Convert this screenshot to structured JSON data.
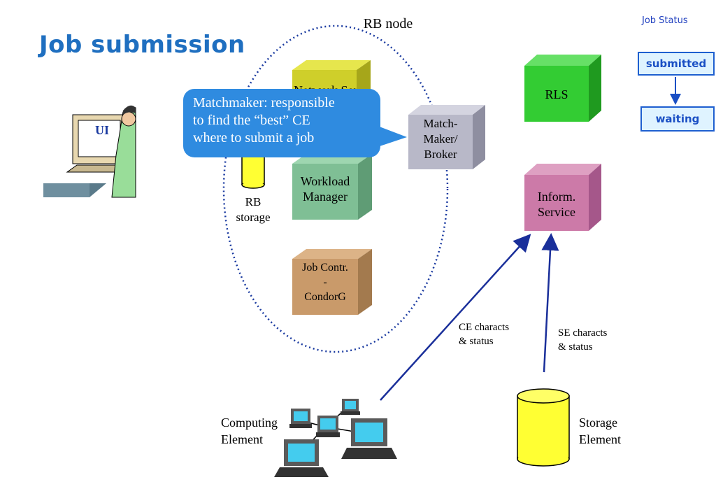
{
  "title": "Job submission",
  "rb_node_label": "RB node",
  "ui_label": "UI",
  "rb_storage_label": [
    "RB",
    "storage"
  ],
  "network_server_label": "Network Server",
  "workload_manager_label": [
    "Workload",
    "Manager"
  ],
  "job_control_label": [
    "Job Contr.",
    "-",
    "CondorG"
  ],
  "matchmaker_label": [
    "Match-",
    "Maker/",
    "Broker"
  ],
  "rls_label": "RLS",
  "info_service_label": [
    "Inform.",
    "Service"
  ],
  "ce_status_label": [
    "CE characts",
    "& status"
  ],
  "se_status_label": [
    "SE characts",
    "& status"
  ],
  "computing_element_label": [
    "Computing",
    "Element"
  ],
  "storage_element_label": [
    "Storage",
    "Element"
  ],
  "callout_text": [
    "Matchmaker: responsible",
    "to find the “best” CE",
    "where to submit a job"
  ],
  "job_status": {
    "heading": "Job Status",
    "states": [
      "submitted",
      "waiting"
    ]
  },
  "colors": {
    "title": "#1f6fc0",
    "network_server": "#cfcf2a",
    "workload_manager": "#7fbf95",
    "job_control": "#c99a6a",
    "matchmaker": "#b8b8c8",
    "rls": "#33cc33",
    "info_service": "#cc7aa8",
    "storage": "#ffff33",
    "arrow": "#1a2f9a",
    "callout": "#2f8be0"
  }
}
